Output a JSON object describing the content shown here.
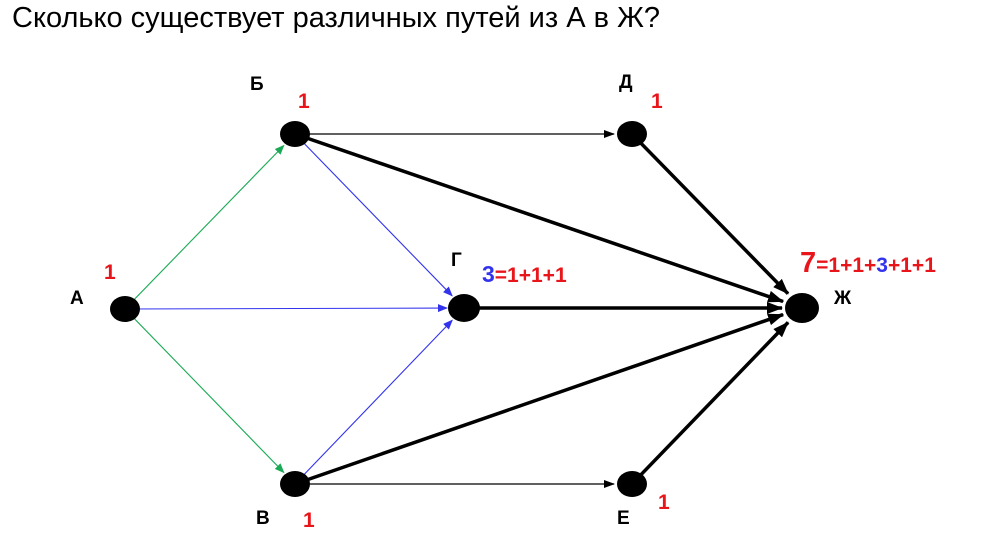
{
  "title": "Сколько существует различных путей из А в Ж?",
  "colors": {
    "edge_green": "#1aaa55",
    "edge_blue": "#3333ee",
    "edge_black": "#000000",
    "count_red": "#e8161b",
    "count_blue": "#3333ee",
    "node": "#000000"
  },
  "nodes": [
    {
      "id": "A",
      "name": "А",
      "count": "1"
    },
    {
      "id": "B",
      "name": "Б",
      "count": "1"
    },
    {
      "id": "V",
      "name": "В",
      "count": "1"
    },
    {
      "id": "G",
      "name": "Г",
      "count_parts": [
        {
          "text": "3",
          "color": "blue"
        },
        {
          "text": "=1+1+1",
          "color": "red"
        }
      ]
    },
    {
      "id": "D",
      "name": "Д",
      "count": "1"
    },
    {
      "id": "E",
      "name": "Е",
      "count": "1"
    },
    {
      "id": "Zh",
      "name": "Ж",
      "count_parts": [
        {
          "text": "7",
          "color": "red"
        },
        {
          "text": "=1+1+",
          "color": "red"
        },
        {
          "text": "3",
          "color": "blue"
        },
        {
          "text": "+1+1",
          "color": "red"
        }
      ]
    }
  ],
  "edges": [
    {
      "from": "A",
      "to": "B",
      "color": "green"
    },
    {
      "from": "A",
      "to": "V",
      "color": "green"
    },
    {
      "from": "A",
      "to": "G",
      "color": "blue"
    },
    {
      "from": "B",
      "to": "G",
      "color": "blue"
    },
    {
      "from": "V",
      "to": "G",
      "color": "blue"
    },
    {
      "from": "B",
      "to": "D",
      "color": "black_thin"
    },
    {
      "from": "V",
      "to": "E",
      "color": "black_thin"
    },
    {
      "from": "B",
      "to": "Zh",
      "color": "black_thick"
    },
    {
      "from": "D",
      "to": "Zh",
      "color": "black_thick"
    },
    {
      "from": "G",
      "to": "Zh",
      "color": "black_thick"
    },
    {
      "from": "V",
      "to": "Zh",
      "color": "black_thick"
    },
    {
      "from": "E",
      "to": "Zh",
      "color": "black_thick"
    }
  ]
}
